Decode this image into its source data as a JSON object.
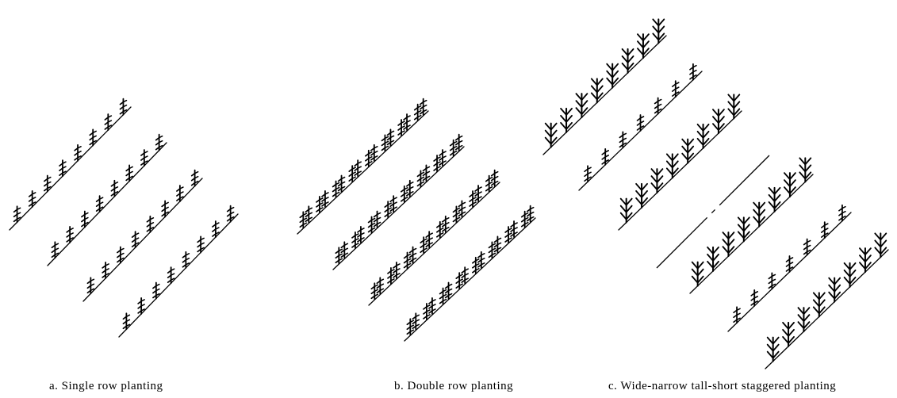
{
  "panels": [
    {
      "id": "a",
      "caption": "a. Single row planting"
    },
    {
      "id": "b",
      "caption": "b. Double row planting"
    },
    {
      "id": "c",
      "caption": "c. Wide-narrow tall-short staggered planting"
    }
  ],
  "colors": {
    "stroke": "#000000",
    "background": "#ffffff"
  }
}
